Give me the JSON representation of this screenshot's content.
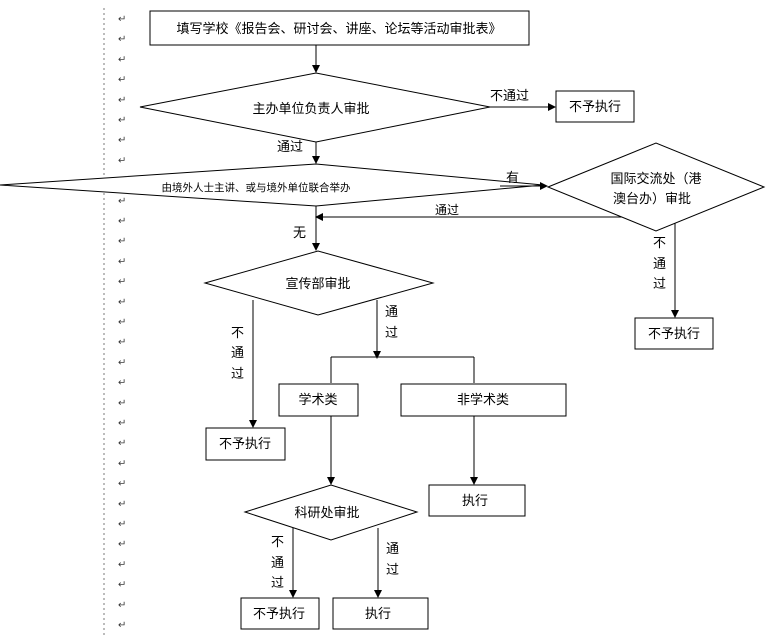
{
  "para_mark": "↵",
  "nodes": {
    "start": "填写学校《报告会、研讨会、讲座、论坛等活动审批表》",
    "host_review": "主办单位负责人审批",
    "foreign_check": "由境外人士主讲、或与境外单位联合举办",
    "intl_office_line1": "国际交流处（港",
    "intl_office_line2": "澳台办）审批",
    "propaganda": "宣传部审批",
    "academic": "学术类",
    "non_academic": "非学术类",
    "research": "科研处审批",
    "reject_1": "不予执行",
    "reject_2": "不予执行",
    "reject_3": "不予执行",
    "reject_4": "不予执行",
    "execute_1": "执行",
    "execute_2": "执行"
  },
  "labels": {
    "fail_1": "不通过",
    "pass_1": "通过",
    "yes": "有",
    "pass_intl": "通过",
    "no": "无",
    "fail_intl": [
      "不",
      "通",
      "过"
    ],
    "fail_prop": [
      "不",
      "通",
      "过"
    ],
    "pass_prop": [
      "通",
      "过"
    ],
    "fail_research": [
      "不",
      "通",
      "过"
    ],
    "pass_research": [
      "通",
      "过"
    ]
  }
}
